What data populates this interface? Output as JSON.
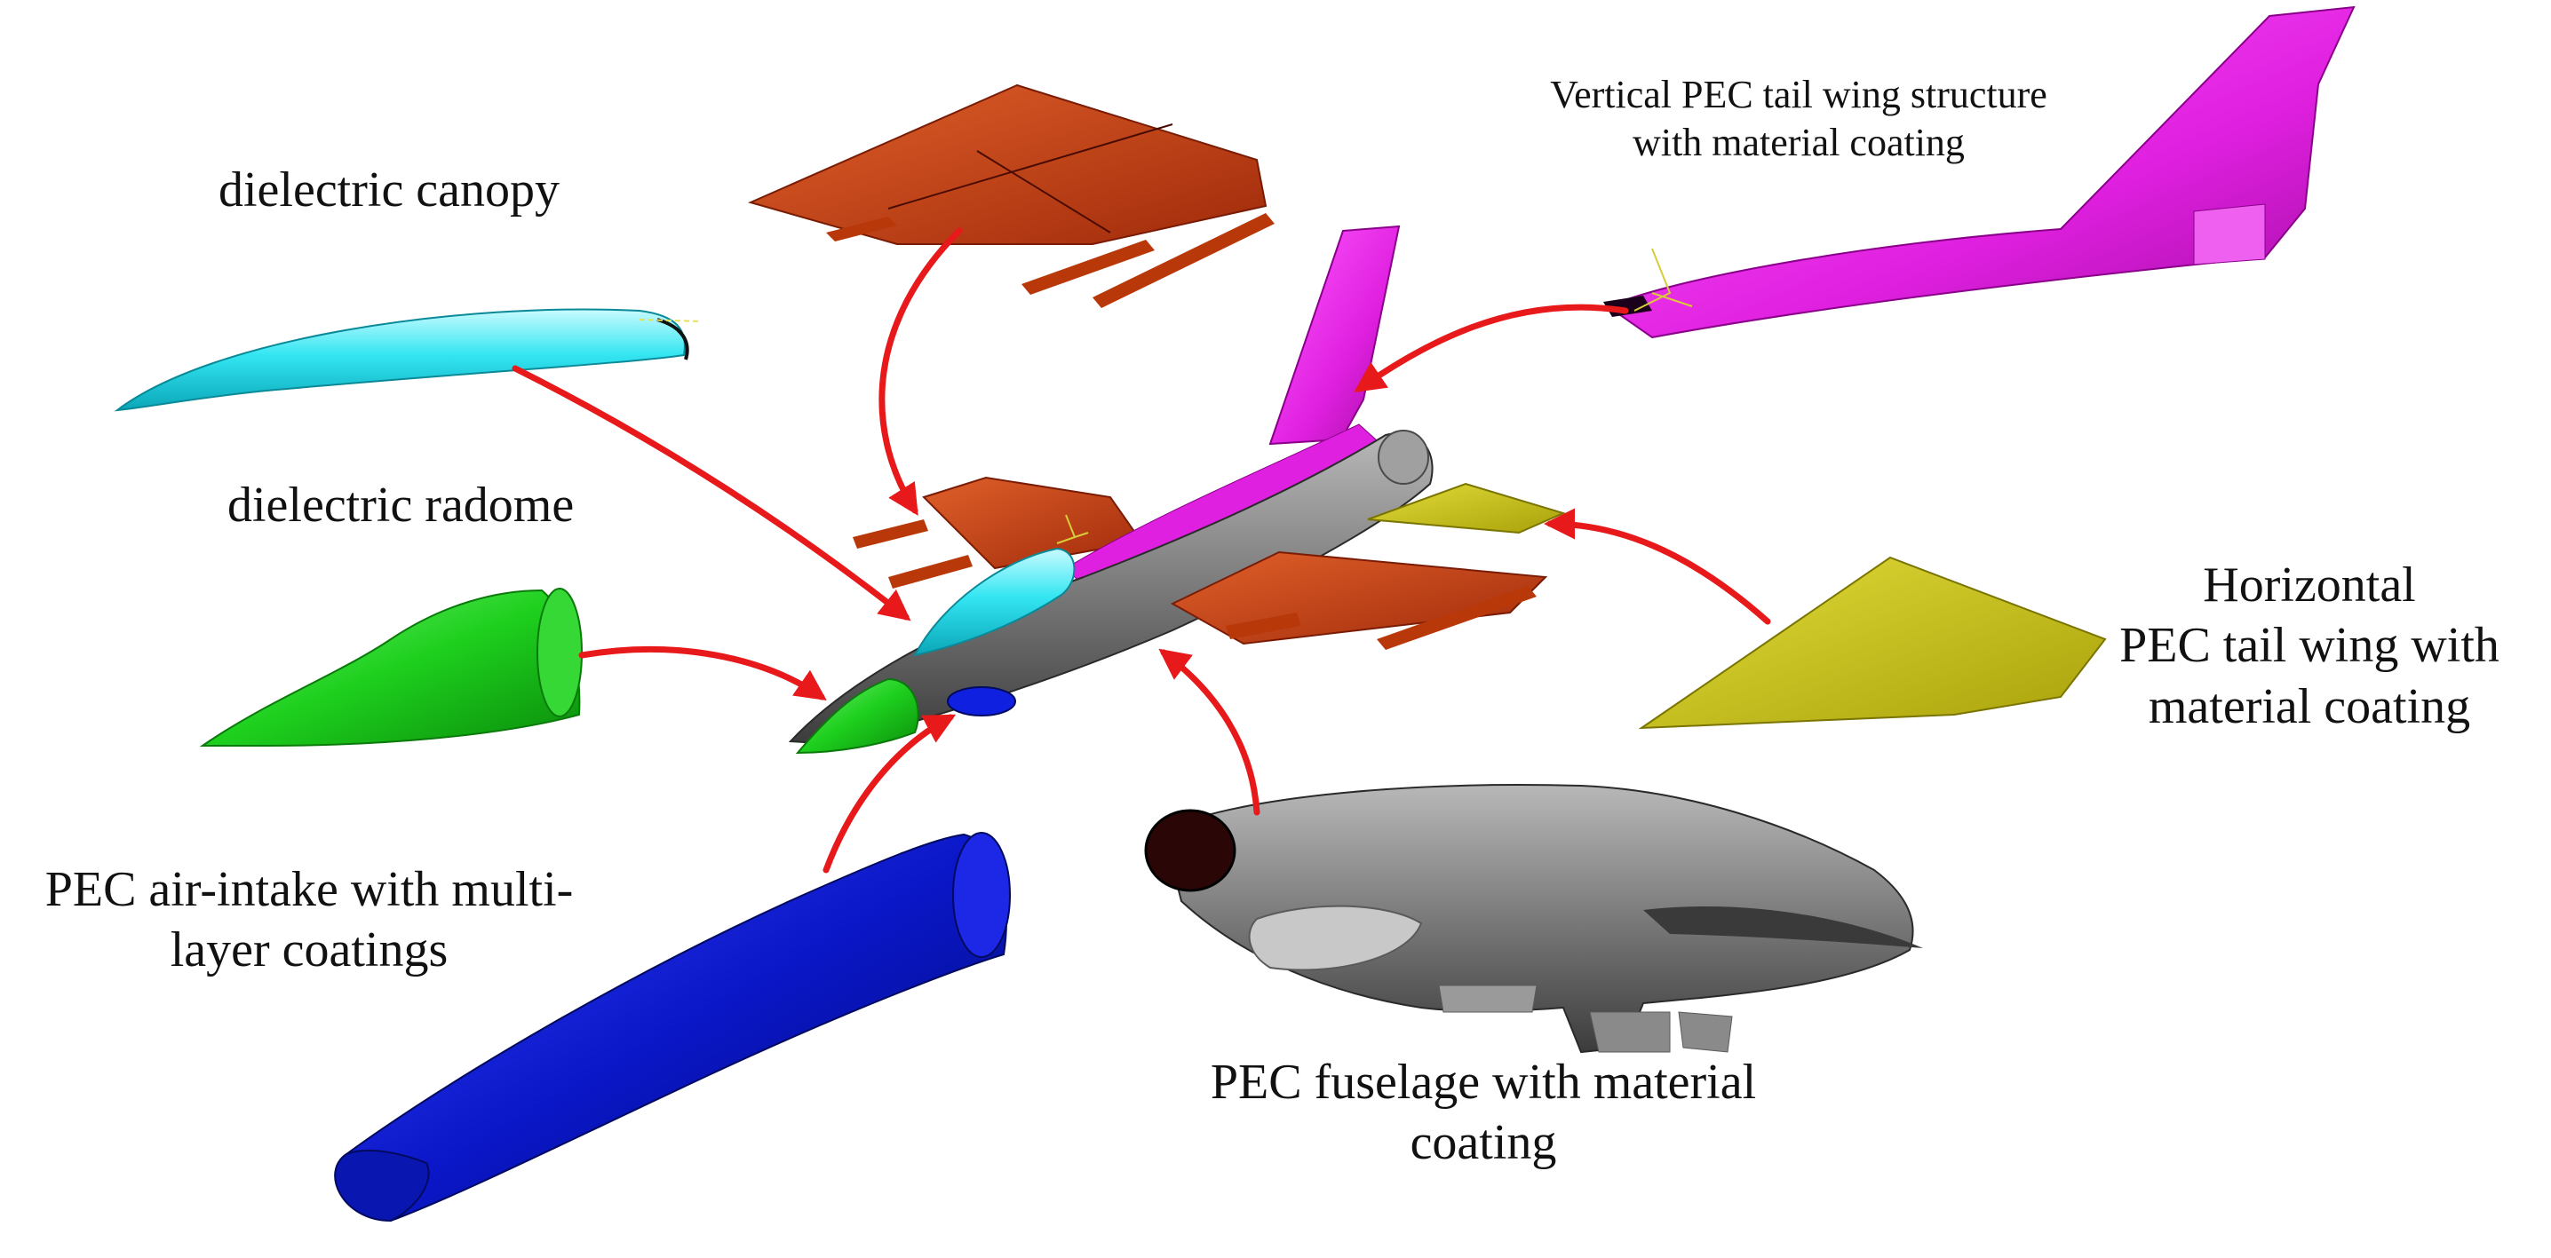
{
  "labels": {
    "canopy": "dielectric canopy",
    "radome": "dielectric radome",
    "air_intake": {
      "line1": "PEC air-intake with multi-",
      "line2": "layer coatings"
    },
    "fuselage": {
      "line1": "PEC fuselage with material",
      "line2": "coating"
    },
    "horizontal_tail": {
      "line1": "Horizontal",
      "line2": "PEC tail wing with",
      "line3": "material coating"
    },
    "vertical_tail": {
      "line1": "Vertical PEC tail wing structure",
      "line2": "with material coating"
    }
  },
  "colors": {
    "canopy": "#2fe3f0",
    "radome": "#1ed01e",
    "air_intake": "#0a17c8",
    "fuselage": "#8a8a8a",
    "main_wing": "#c8401a",
    "horizontal_tail": "#c8c21a",
    "vertical_tail": "#e020e0",
    "arrow": "#e8191a"
  }
}
